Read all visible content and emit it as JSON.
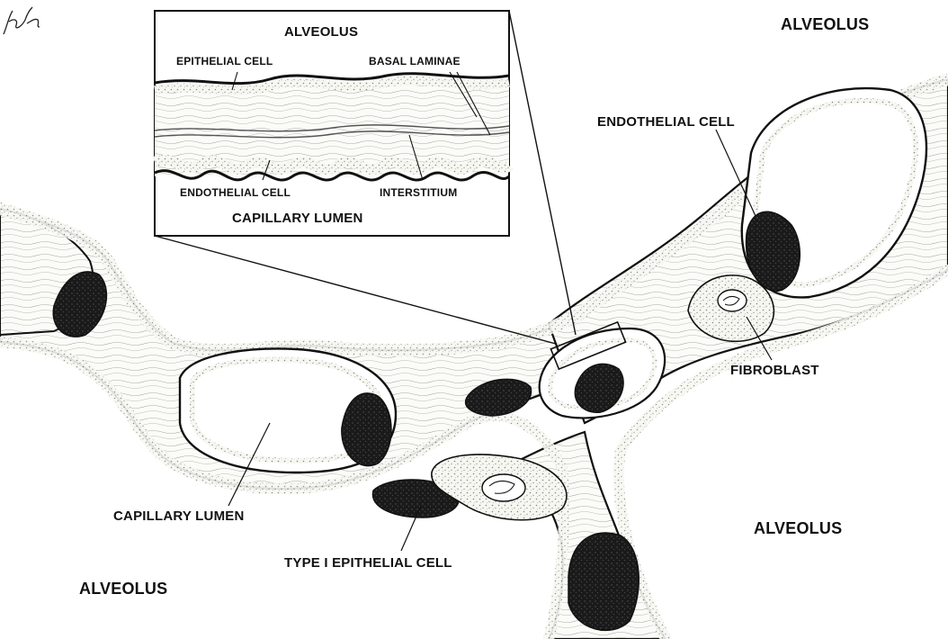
{
  "labels": {
    "alveolus_top_right": "ALVEOLUS",
    "alveolus_right": "ALVEOLUS",
    "alveolus_bottom_left": "ALVEOLUS",
    "endothelial_cell": "ENDOTHELIAL CELL",
    "fibroblast": "FIBROBLAST",
    "capillary_lumen": "CAPILLARY LUMEN",
    "type_i_epithelial_cell": "TYPE I EPITHELIAL CELL"
  },
  "inset": {
    "alveolus": "ALVEOLUS",
    "epithelial_cell": "EPITHELIAL CELL",
    "basal_laminae": "BASAL LAMINAE",
    "endothelial_cell": "ENDOTHELIAL CELL",
    "interstitium": "INTERSTITIUM",
    "capillary_lumen": "CAPILLARY LUMEN"
  },
  "colors": {
    "ink": "#111111",
    "cell_dark": "#1a1a1a",
    "tissue_fill": "#fbfbf7",
    "stipple": "#9a9a9a"
  }
}
